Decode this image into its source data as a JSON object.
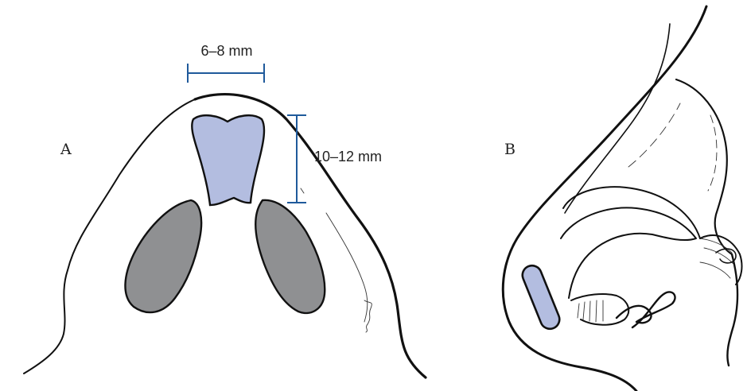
{
  "figure": {
    "panel_a": {
      "label": "A",
      "width_dimension": "6–8 mm",
      "height_dimension": "10–12 mm"
    },
    "panel_b": {
      "label": "B"
    }
  },
  "colors": {
    "graft_fill": "#b3bde0",
    "nostril_fill": "#8f9092",
    "dimension_line": "#1f5a9b",
    "outline": "#111111"
  }
}
